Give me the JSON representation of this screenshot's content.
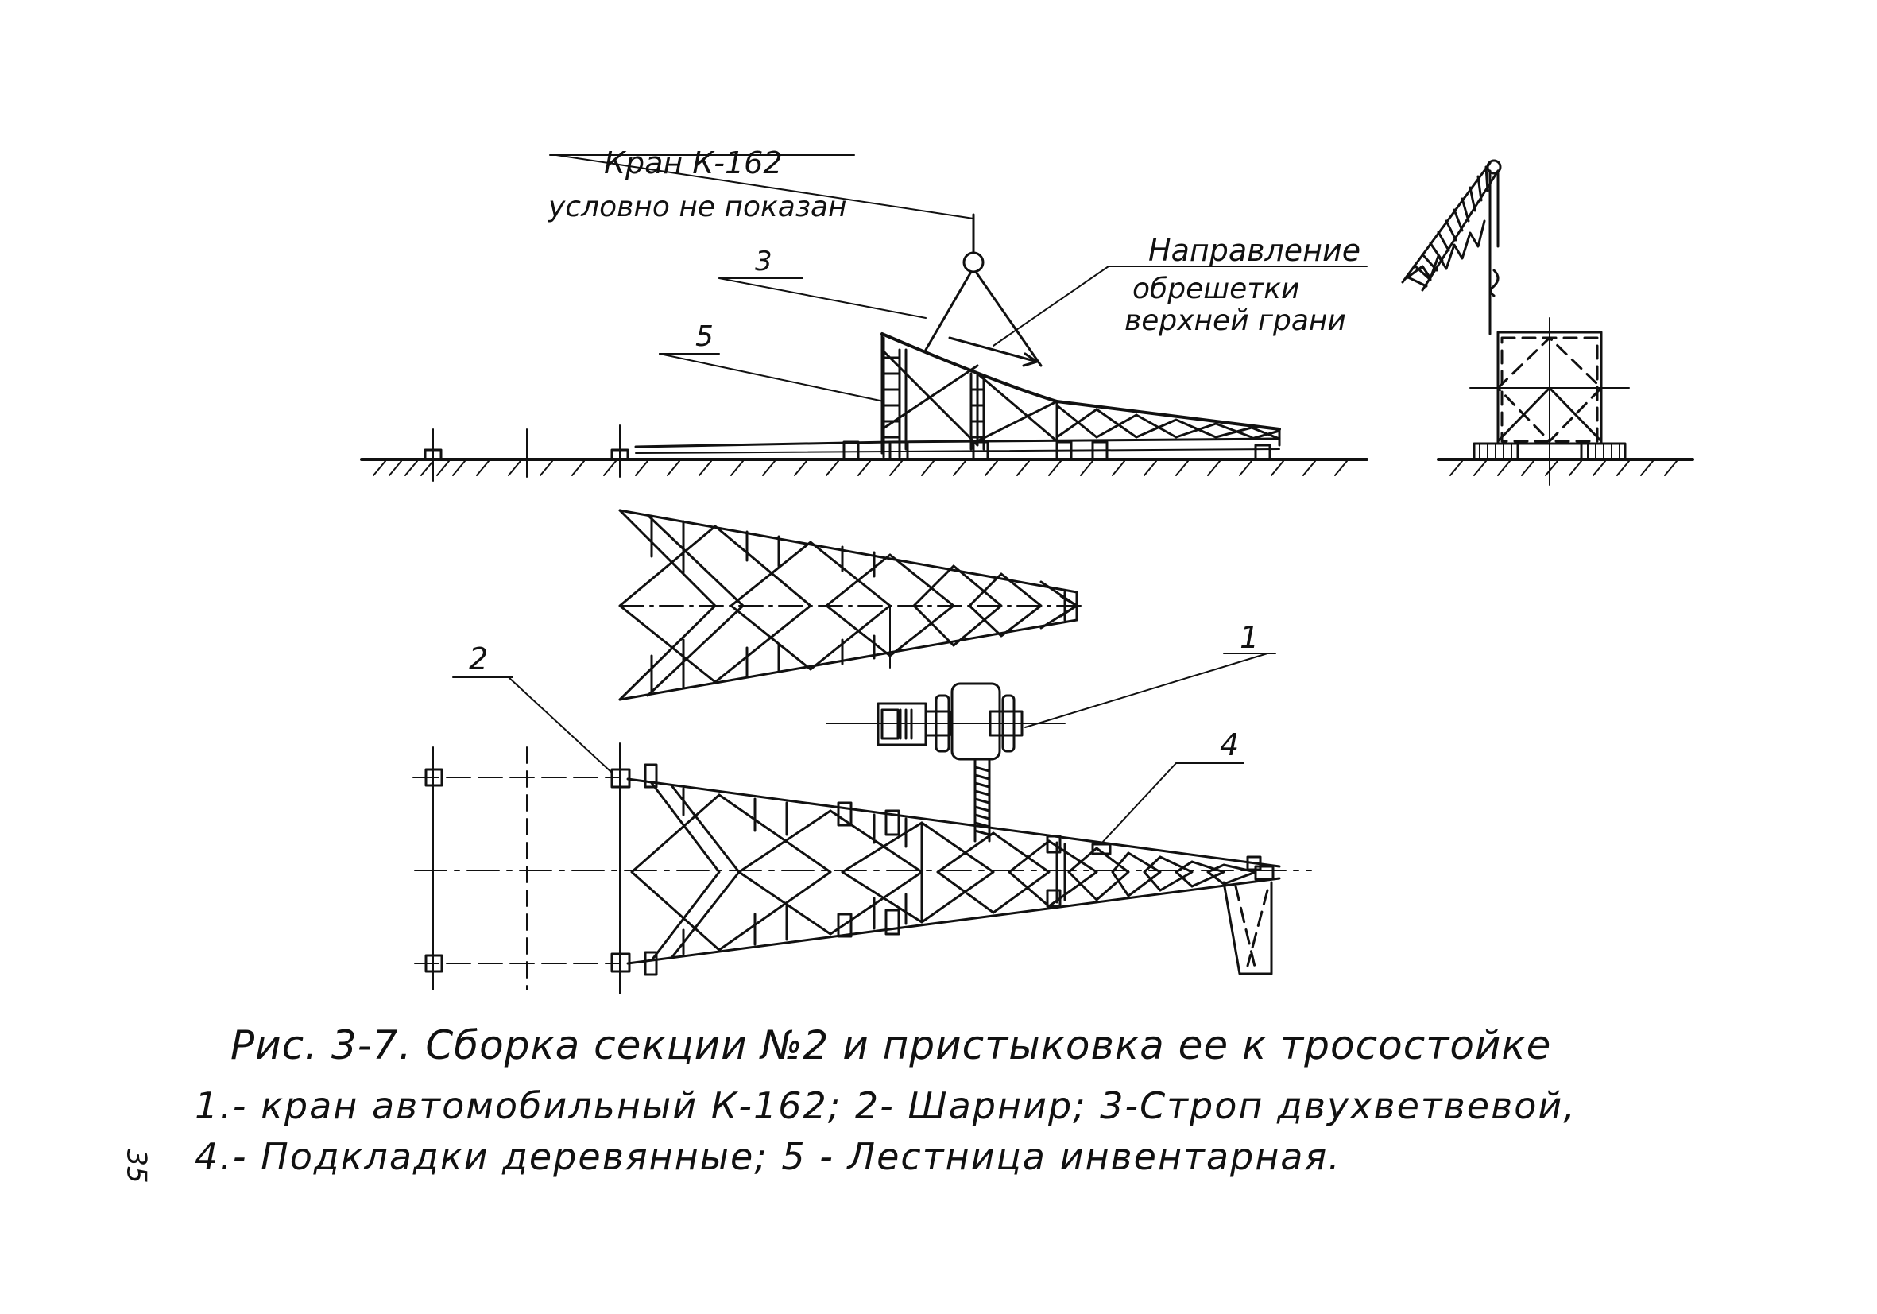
{
  "figure": {
    "labels": {
      "crane_line_1": "Кран К-162",
      "crane_line_2": "условно не показан",
      "direction_line_1": "Направление",
      "direction_line_2": "обрешетки",
      "direction_line_3": "верхней грани",
      "callout_1": "1",
      "callout_2": "2",
      "callout_3": "3",
      "callout_4": "4",
      "callout_5": "5"
    }
  },
  "caption": {
    "title": "Рис. 3-7.      Сборка секции №2 и пристыковка ее к тросостойке",
    "line_1": "1.- кран автомобильный К-162;    2- Шарнир;  3-Строп двухветвевой,",
    "line_2": "4.- Подкладки деревянные;    5 - Лестница инвентарная."
  },
  "page_number": "35"
}
